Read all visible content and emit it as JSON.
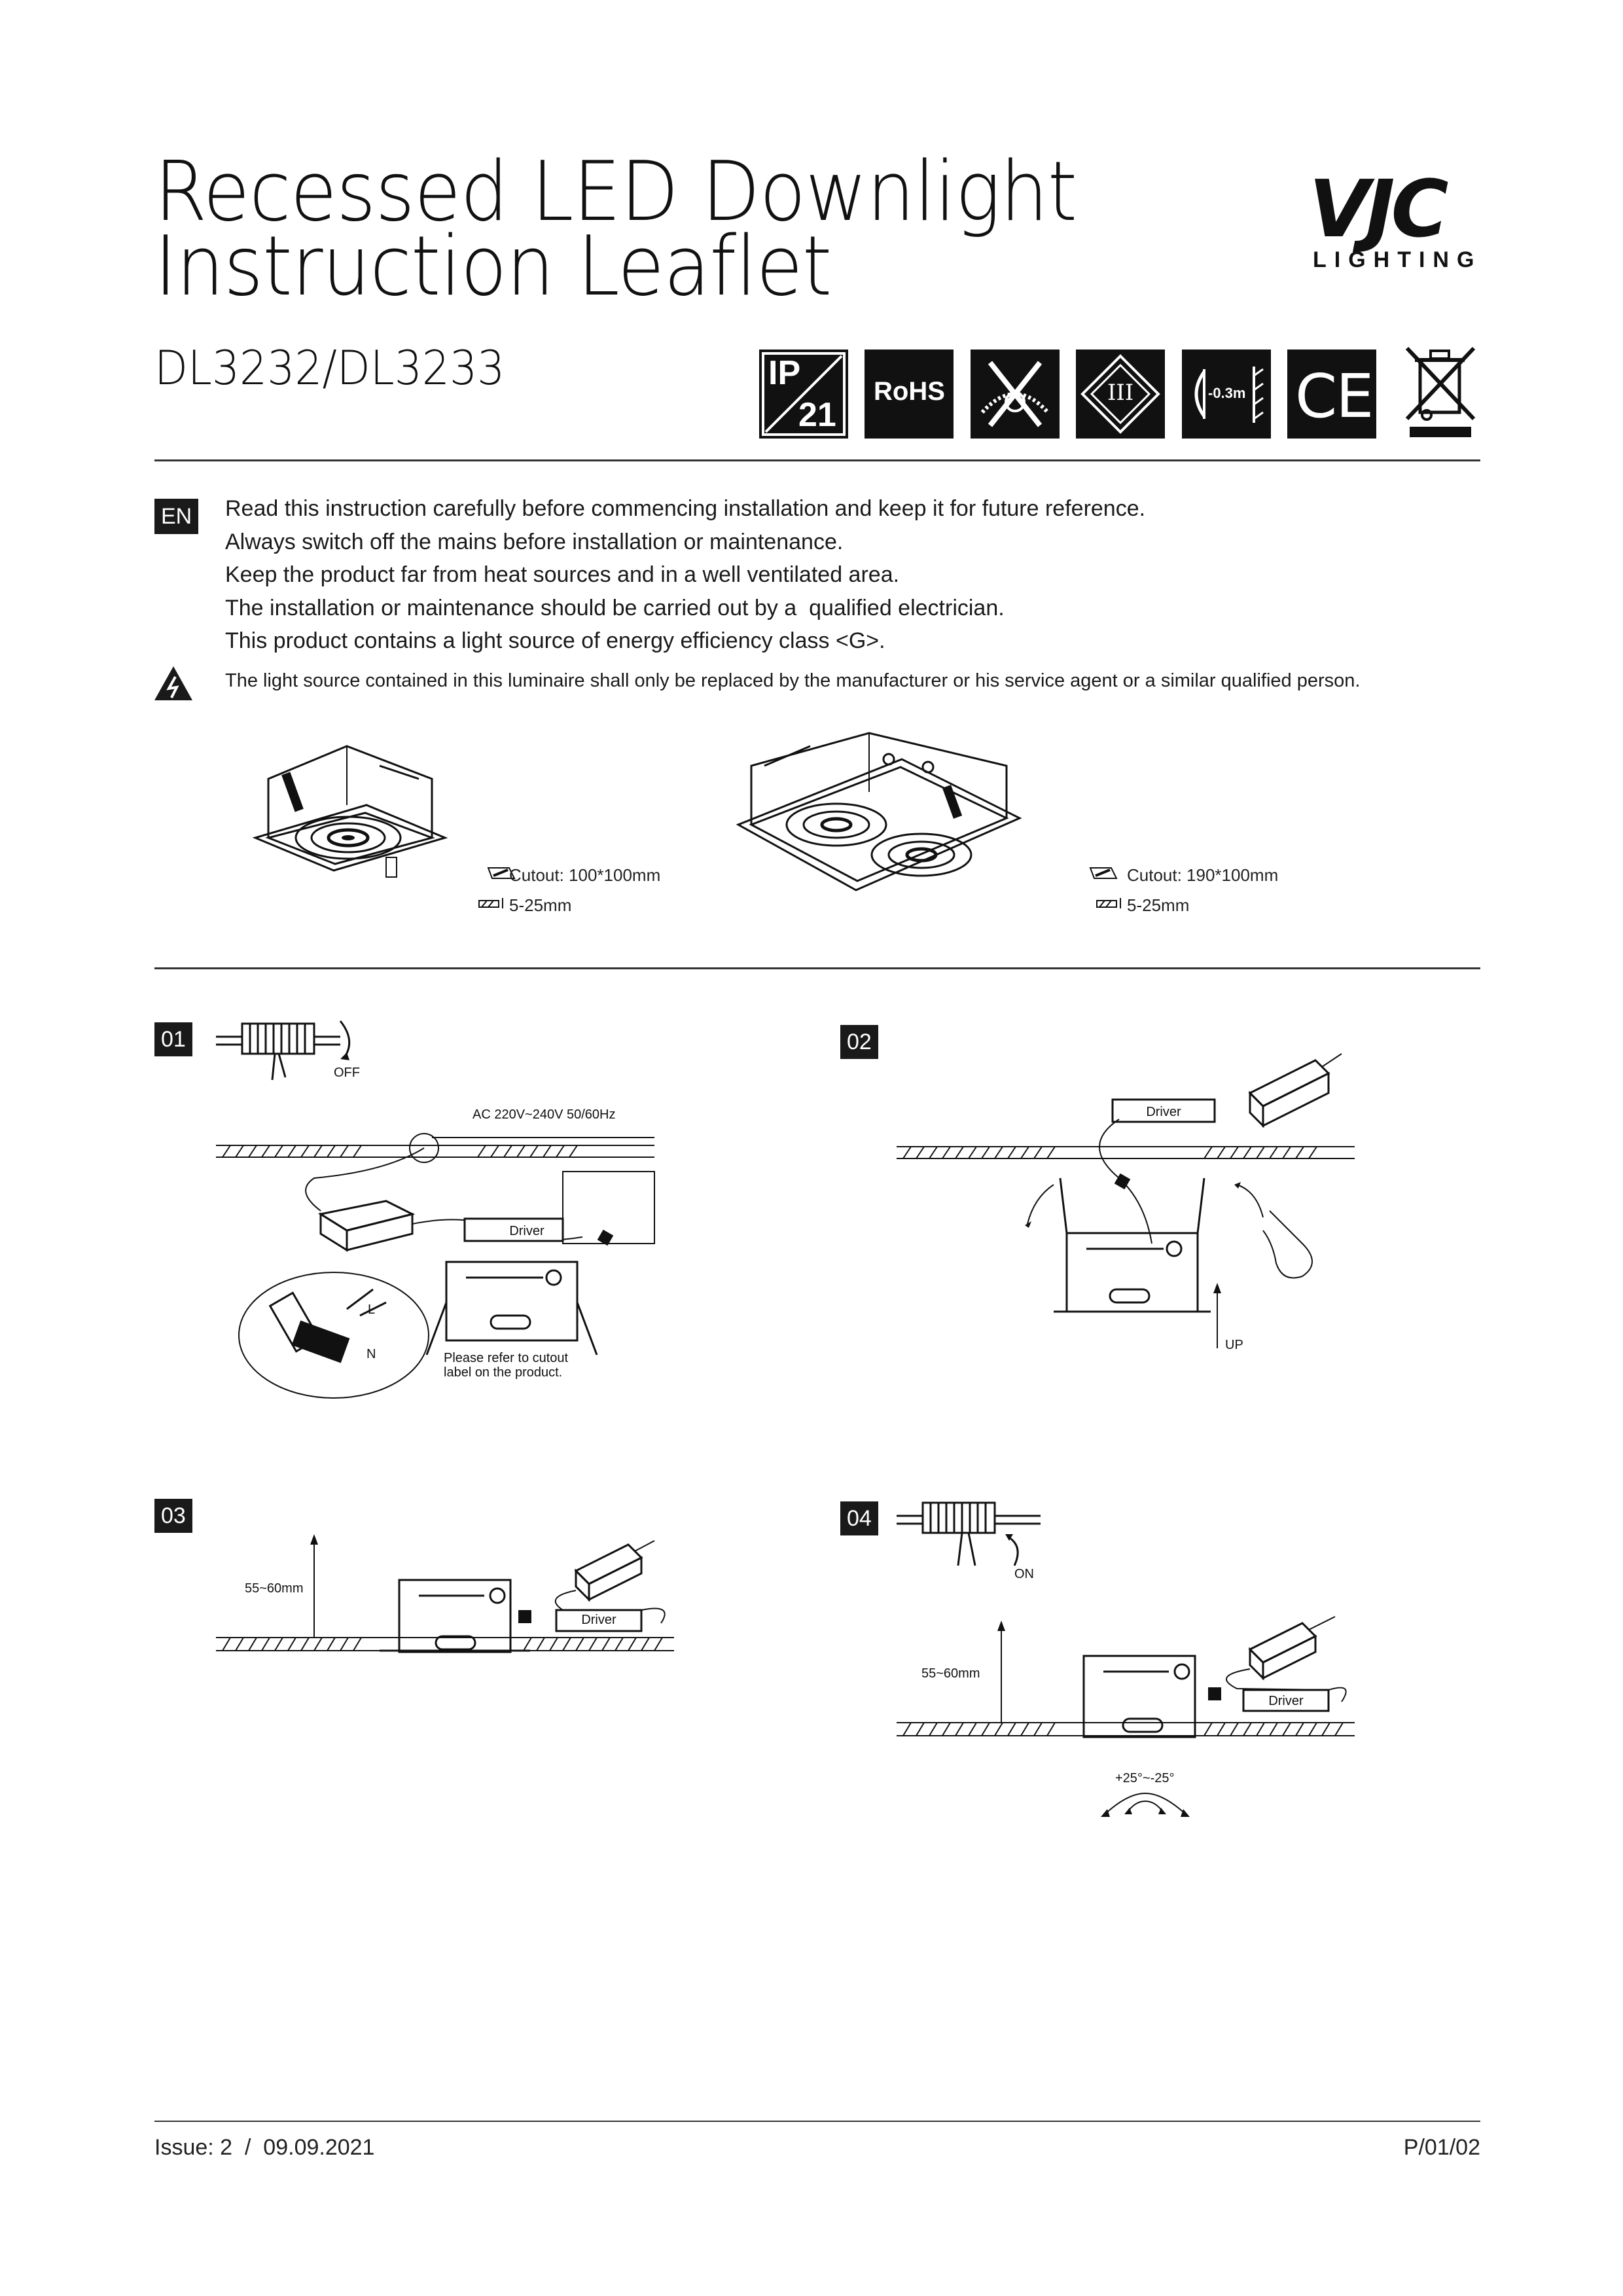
{
  "header": {
    "title_line1": "Recessed LED Downlight",
    "title_line2": "Instruction Leaflet",
    "model": "DL3232/DL3233",
    "logo_mark": "VJC",
    "logo_sub": "LIGHTING"
  },
  "badges": [
    {
      "name": "ip21",
      "label_top": "IP",
      "label_bottom": "21"
    },
    {
      "name": "rohs",
      "label": "RoHS"
    },
    {
      "name": "no-insulation-cover-icon"
    },
    {
      "name": "class-iii-icon",
      "label": "III"
    },
    {
      "name": "min-distance-icon",
      "label": "-0.3m"
    },
    {
      "name": "ce-mark",
      "label": "CE"
    },
    {
      "name": "weee-bin-icon"
    }
  ],
  "intro": {
    "lang": "EN",
    "lines": [
      "Read this instruction carefully before commencing installation and keep it for future reference.",
      "Always switch off the mains before installation or maintenance.",
      "Keep the product far from heat sources and in a well ventilated area.",
      "The installation or maintenance should be carried out by a  qualified electrician.",
      "This product contains a light source of energy efficiency class <G>."
    ],
    "warning": "The light source contained in this luminaire shall only be replaced by the manufacturer or his service agent or a similar qualified person."
  },
  "products": [
    {
      "cutout": "Cutout: 100*100mm",
      "thickness": "5-25mm"
    },
    {
      "cutout": "Cutout: 190*100mm",
      "thickness": "5-25mm"
    }
  ],
  "steps": {
    "s01": {
      "num": "01",
      "off": "OFF",
      "ac": "AC 220V~240V 50/60Hz",
      "driver": "Driver",
      "note1": "Please refer to cutout",
      "note2": "label on the product.",
      "L": "L",
      "N": "N"
    },
    "s02": {
      "num": "02",
      "driver": "Driver",
      "up": "UP"
    },
    "s03": {
      "num": "03",
      "depth": "55~60mm",
      "driver": "Driver"
    },
    "s04": {
      "num": "04",
      "on": "ON",
      "depth": "55~60mm",
      "driver": "Driver",
      "tilt": "+25°~-25°"
    }
  },
  "footer": {
    "issue": "Issue: 2  /  09.09.2021",
    "page": "P/01/02"
  }
}
